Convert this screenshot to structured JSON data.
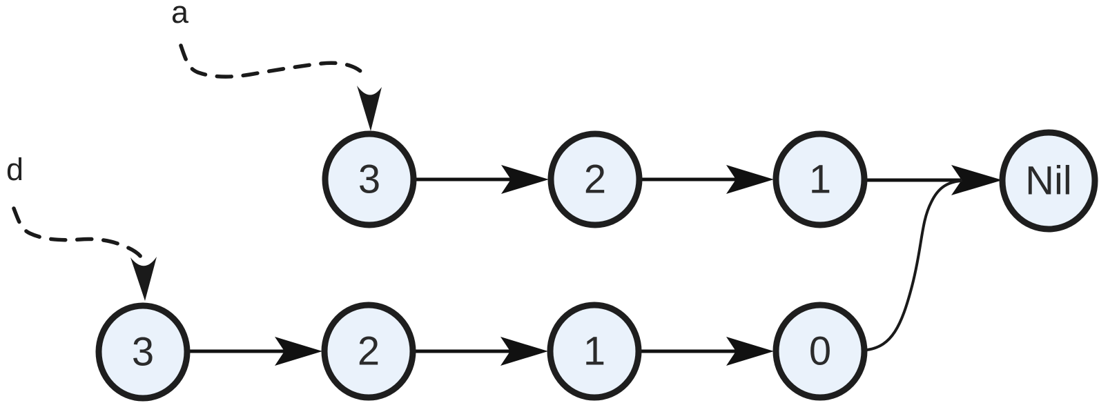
{
  "diagram": {
    "kind": "singly-linked-lists",
    "background": "#ffffff",
    "pointer_labels": {
      "a": "a",
      "d": "d"
    },
    "lists": [
      {
        "pointer": "a",
        "nodes": [
          "3",
          "2",
          "1",
          "Nil"
        ]
      },
      {
        "pointer": "d",
        "nodes": [
          "3",
          "2",
          "1",
          "0"
        ]
      }
    ],
    "shared_terminal": "Nil",
    "edges": [
      "a:3->2",
      "a:2->1",
      "a:1->Nil",
      "d:3->2",
      "d:2->1",
      "d:1->0",
      "d:0->Nil"
    ],
    "colors": {
      "node_fill": "#eaf2fb",
      "node_stroke": "#1e1e1e",
      "arrow": "#111111",
      "text": "#2b2b2b"
    }
  }
}
